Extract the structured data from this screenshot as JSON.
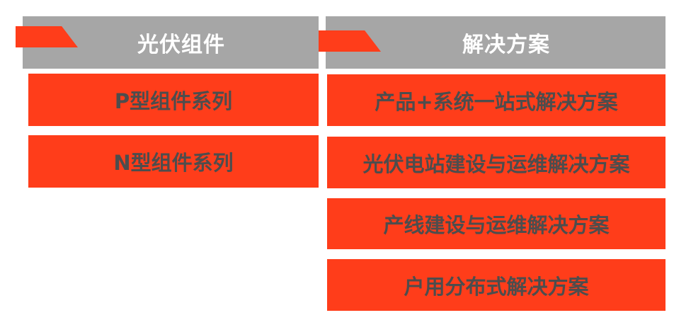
{
  "columns": [
    {
      "title": "光伏组件",
      "items": [
        "P型组件系列",
        "N型组件系列"
      ]
    },
    {
      "title": "解决方案",
      "items": [
        "产品+系统一站式解决方案",
        "光伏电站建设与运维解决方案",
        "产线建设与运维解决方案",
        "户用分布式解决方案"
      ]
    }
  ],
  "colors": {
    "header_bg": "#a6a6a6",
    "accent": "#ff3d1a",
    "item_text": "#4d4d4d",
    "header_text": "#ffffff"
  }
}
